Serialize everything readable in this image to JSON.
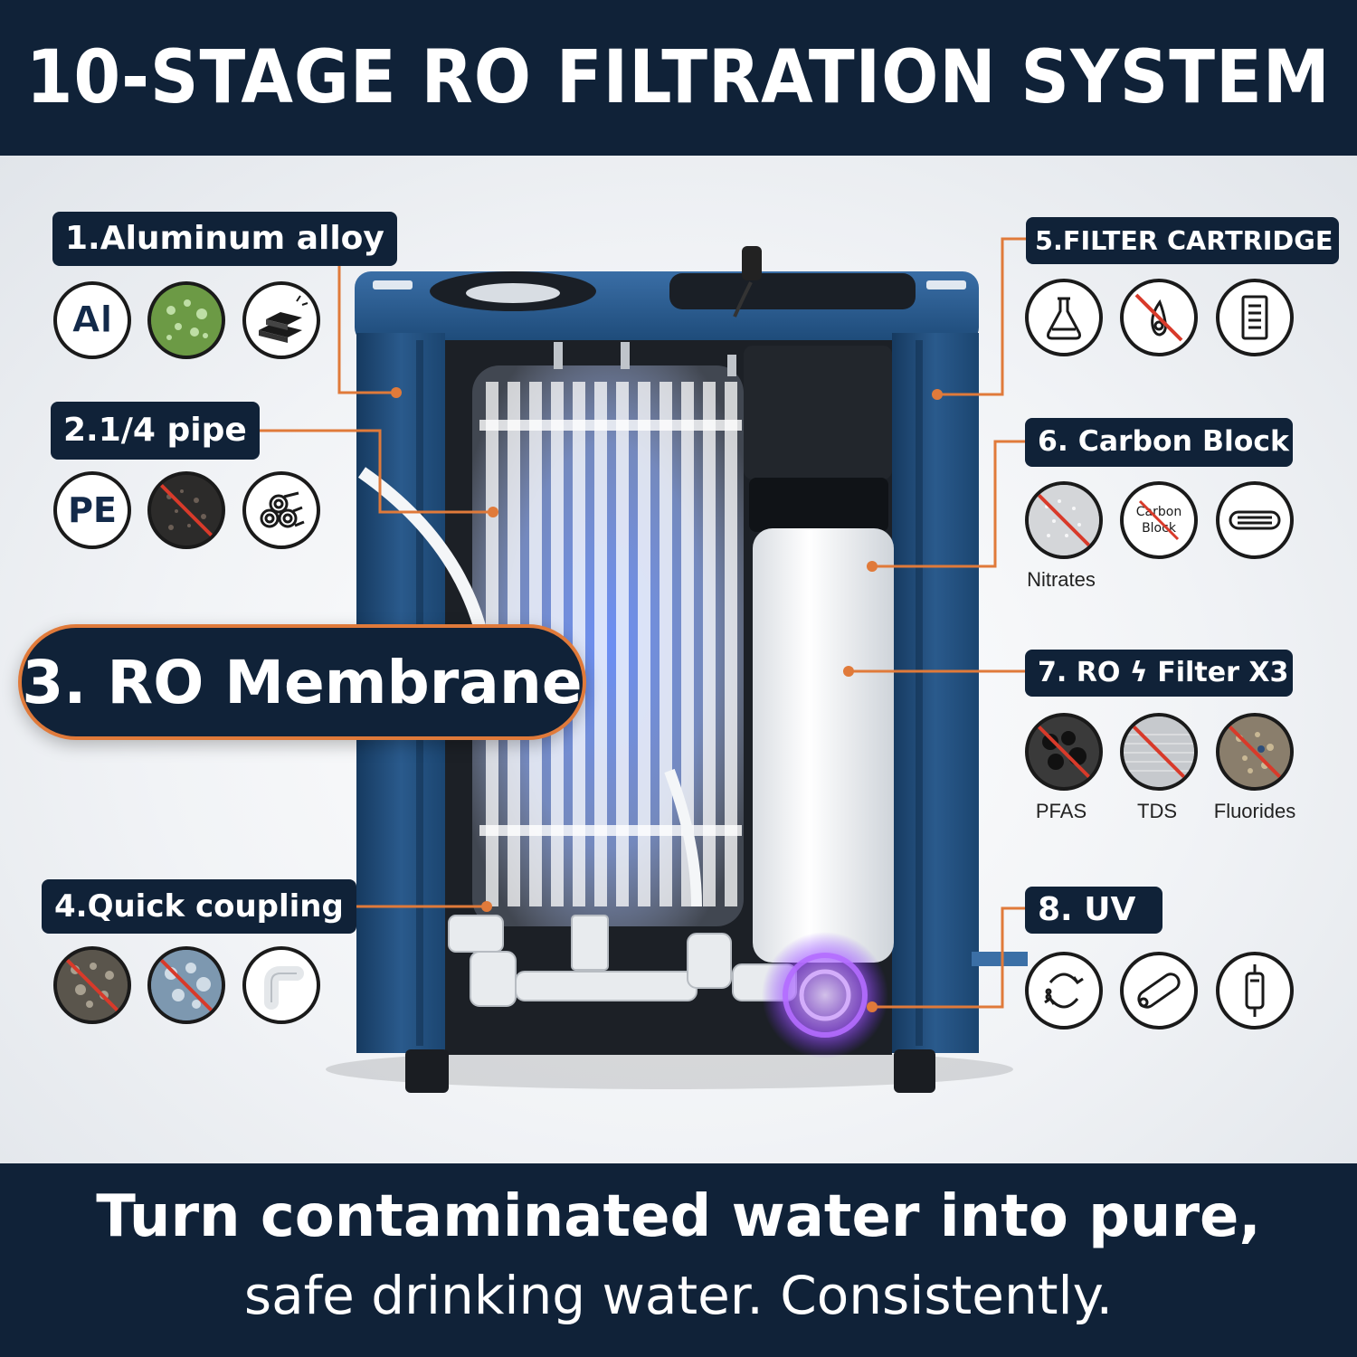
{
  "header": {
    "title": "10-STAGE RO FILTRATION SYSTEM"
  },
  "labels": {
    "aluminum": "1.Aluminum alloy",
    "pipe": "2.1/4 pipe",
    "membrane": "3. RO Membrane",
    "coupling": "4.Quick coupling",
    "cartridge": "5.FILTER CARTRIDGE",
    "carbon": "6. Carbon Block",
    "ro_filter": "7. RO ϟ Filter X3",
    "uv": "8. UV"
  },
  "icon_text": {
    "al": "Al",
    "pe": "PE",
    "carbon_block": [
      "Carbon",
      "Block"
    ]
  },
  "captions": {
    "nitrates": "Nitrates",
    "pfas": "PFAS",
    "tds": "TDS",
    "fluorides": "Fluorides"
  },
  "footer": {
    "line1": "Turn contaminated water into pure,",
    "line2": "safe drinking water. Consistently."
  },
  "colors": {
    "navy": "#102238",
    "accent_orange": "#e07a3a",
    "machine_blue": "#1f4d7a",
    "membrane_glow": "#8fb2ff",
    "uv_purple": "#9b4dff"
  }
}
